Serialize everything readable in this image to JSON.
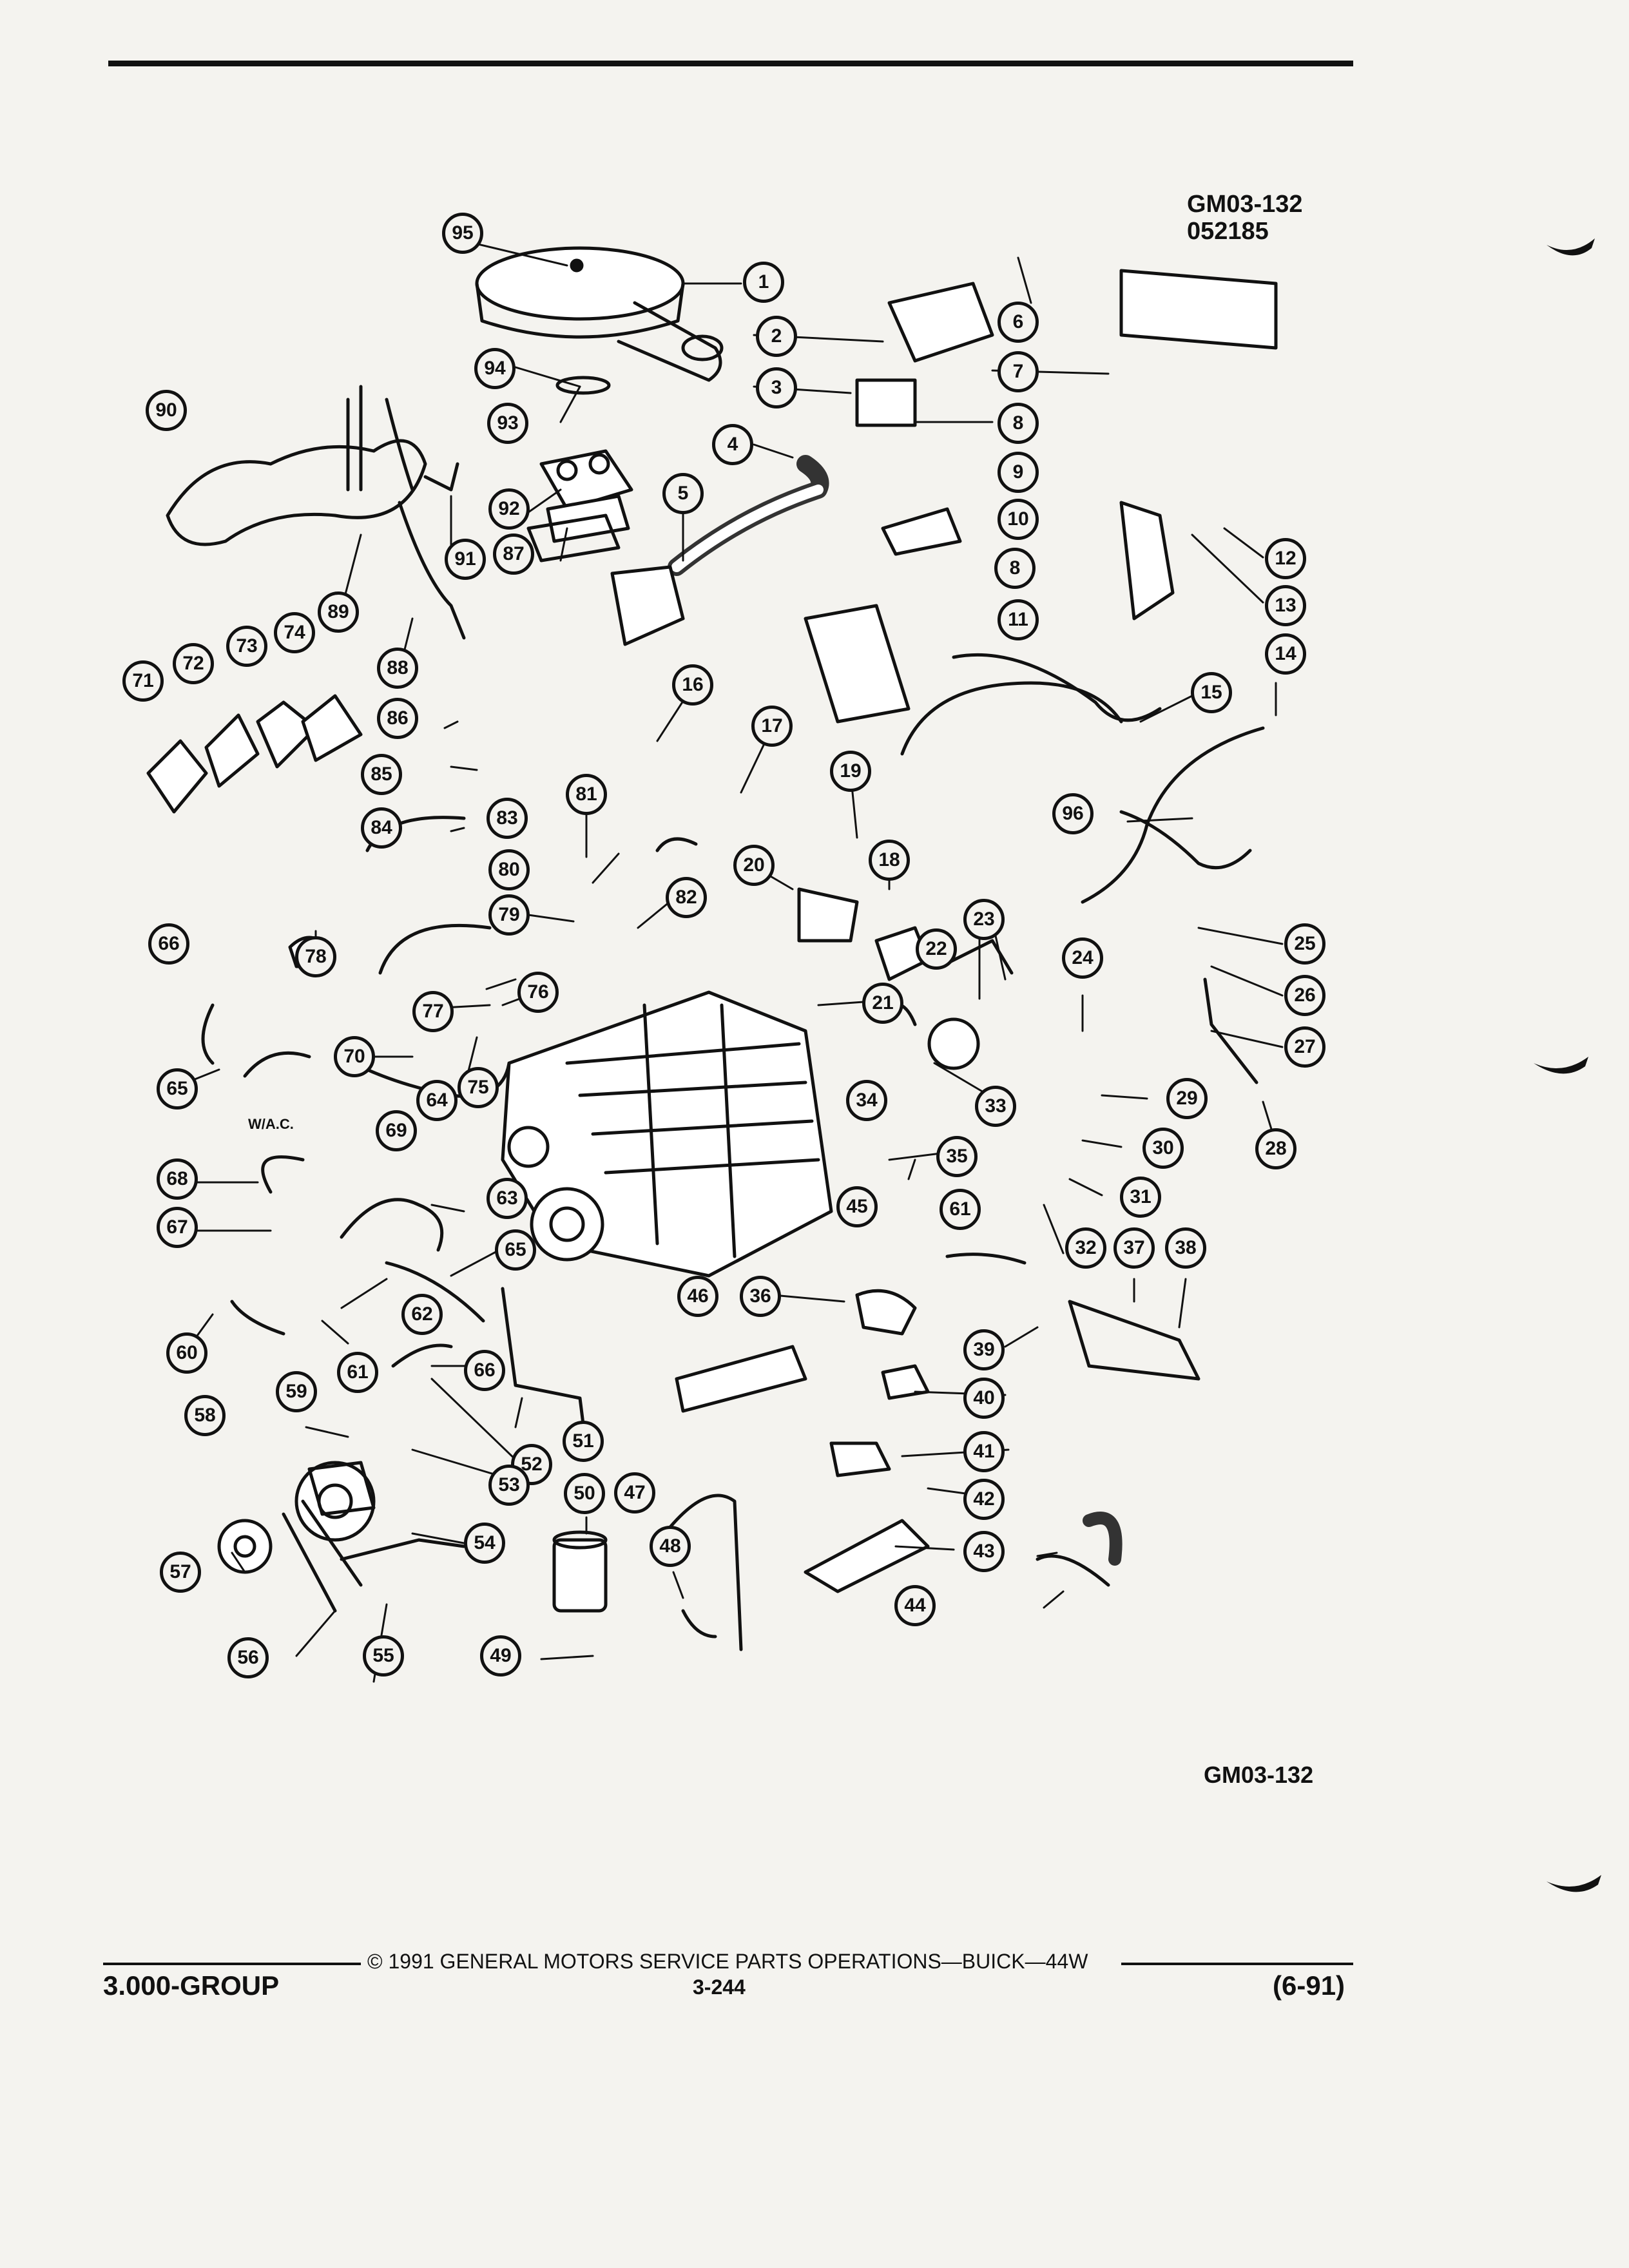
{
  "figure": {
    "code_top": "GM03-132",
    "date_code": "052185",
    "code_bottom": "GM03-132",
    "note_wac": "W/A.C."
  },
  "callouts": [
    "1",
    "2",
    "3",
    "4",
    "5",
    "6",
    "7",
    "8",
    "9",
    "10",
    "11",
    "12",
    "13",
    "14",
    "15",
    "16",
    "17",
    "18",
    "19",
    "20",
    "21",
    "22",
    "23",
    "24",
    "25",
    "26",
    "27",
    "28",
    "29",
    "30",
    "31",
    "32",
    "33",
    "34",
    "35",
    "36",
    "37",
    "38",
    "39",
    "40",
    "41",
    "42",
    "43",
    "44",
    "45",
    "46",
    "47",
    "48",
    "49",
    "50",
    "51",
    "52",
    "53",
    "54",
    "55",
    "56",
    "57",
    "58",
    "59",
    "60",
    "61",
    "62",
    "63",
    "64",
    "65",
    "66",
    "67",
    "68",
    "69",
    "70",
    "71",
    "72",
    "73",
    "74",
    "75",
    "76",
    "77",
    "78",
    "79",
    "80",
    "81",
    "82",
    "83",
    "84",
    "85",
    "86",
    "87",
    "88",
    "89",
    "90",
    "91",
    "92",
    "93",
    "94",
    "95",
    "96",
    "8",
    "61",
    "65",
    "66"
  ],
  "footer": {
    "copyright": "© 1991 GENERAL MOTORS SERVICE PARTS OPERATIONS—BUICK—44W",
    "page": "3-244",
    "group": "3.000-GROUP",
    "revision": "(6-91)"
  }
}
